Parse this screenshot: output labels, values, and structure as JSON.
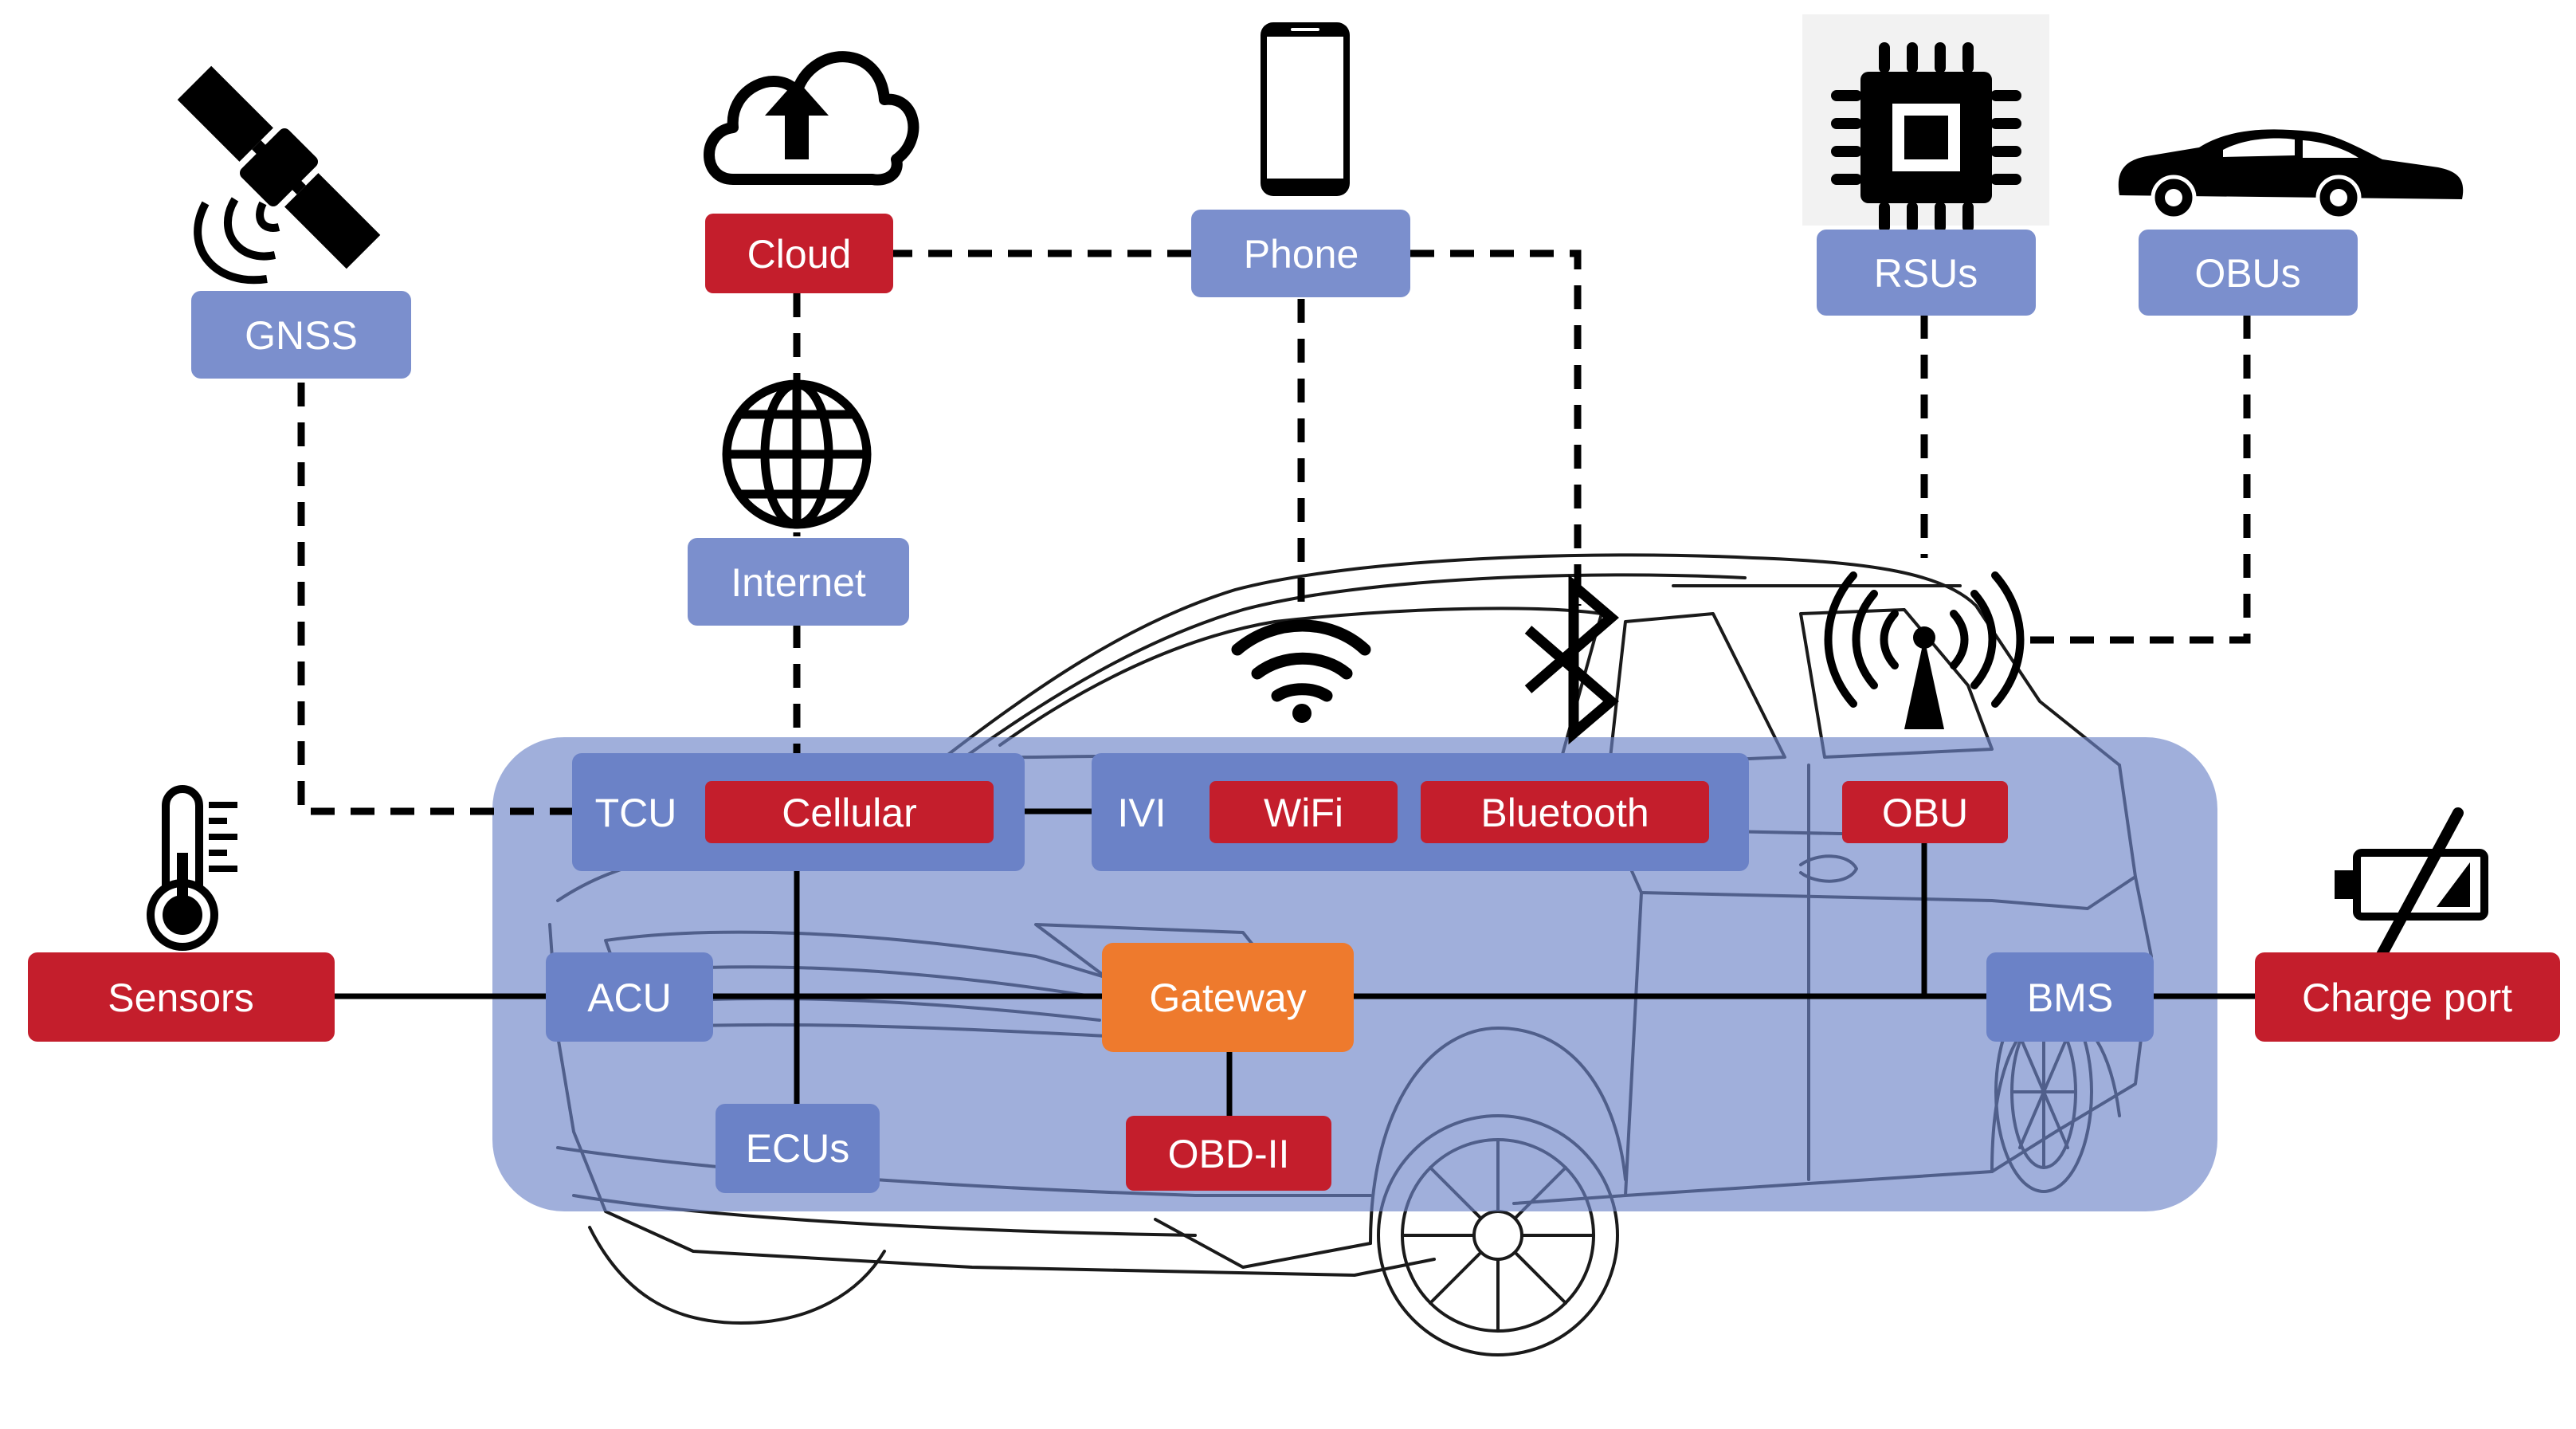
{
  "colors": {
    "external_blue": "#7b8fcd",
    "internal_blue": "#6b82c7",
    "red": "#c41e2c",
    "orange": "#ee7a2d",
    "panel": "#9aaad9",
    "line": "#000000"
  },
  "icons": [
    "satellite-icon",
    "cloud-upload-icon",
    "smartphone-icon",
    "chip-icon",
    "car-icon",
    "globe-icon",
    "wifi-icon",
    "bluetooth-icon",
    "antenna-icon",
    "thermometer-icon",
    "battery-crossed-icon"
  ],
  "labels": {
    "gnss": "GNSS",
    "cloud": "Cloud",
    "phone": "Phone",
    "rsus": "RSUs",
    "obus": "OBUs",
    "internet": "Internet",
    "tcu": "TCU",
    "cellular": "Cellular",
    "ivi": "IVI",
    "wifi": "WiFi",
    "bluetooth": "Bluetooth",
    "obu": "OBU",
    "sensors": "Sensors",
    "acu": "ACU",
    "gateway": "Gateway",
    "bms": "BMS",
    "charge_port": "Charge port",
    "ecus": "ECUs",
    "obd": "OBD-II"
  }
}
